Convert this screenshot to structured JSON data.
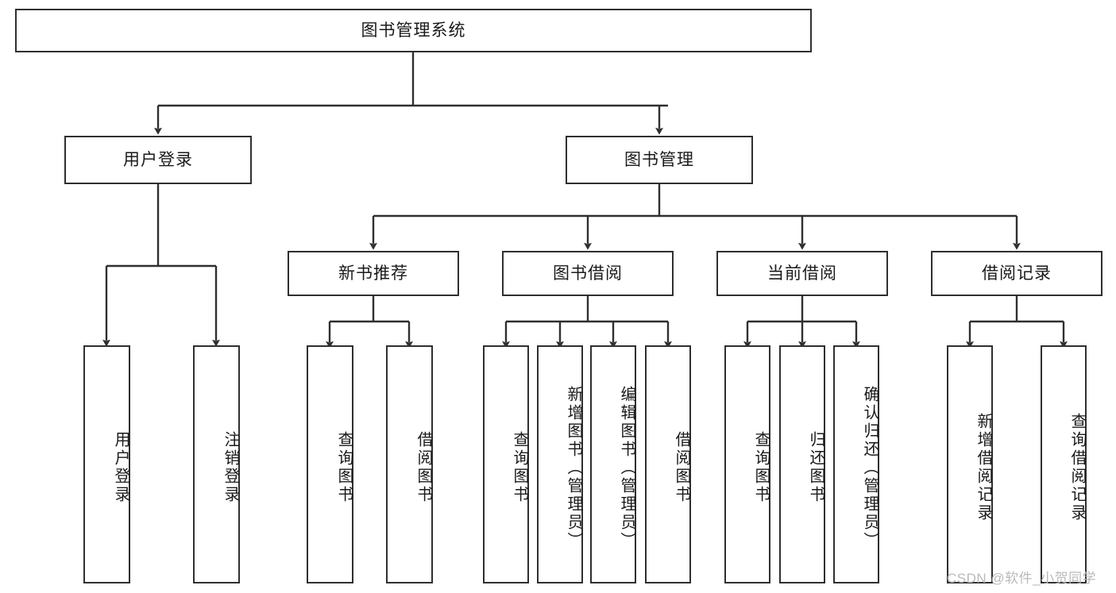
{
  "diagram": {
    "type": "hierarchy-tree",
    "title": "图书管理系统",
    "watermark": "CSDN @软件_小贺同学",
    "colors": {
      "node_border": "#2f2f2f",
      "node_fill": "#ffffff",
      "edge": "#2f2f2f",
      "text": "#1a1a1a",
      "watermark": "#b9b9b9"
    },
    "levels": {
      "root": {
        "label": "图书管理系统"
      },
      "level2": [
        {
          "label": "用户登录"
        },
        {
          "label": "图书管理"
        }
      ],
      "level3": [
        {
          "label": "新书推荐"
        },
        {
          "label": "图书借阅"
        },
        {
          "label": "当前借阅"
        },
        {
          "label": "借阅记录"
        }
      ],
      "leaves": {
        "user_login": [
          {
            "label": "用户登录"
          },
          {
            "label": "注销登录"
          }
        ],
        "new_book_recommend": [
          {
            "label": "查询图书"
          },
          {
            "label": "借阅图书"
          }
        ],
        "book_borrow": [
          {
            "label": "查询图书"
          },
          {
            "label": "新增图书（管理员）"
          },
          {
            "label": "编辑图书（管理员）"
          },
          {
            "label": "借阅图书"
          }
        ],
        "current_borrow": [
          {
            "label": "查询图书"
          },
          {
            "label": "归还图书"
          },
          {
            "label": "确认归还（管理员）"
          }
        ],
        "borrow_records": [
          {
            "label": "新增借阅记录"
          },
          {
            "label": "查询借阅记录"
          }
        ]
      }
    }
  }
}
